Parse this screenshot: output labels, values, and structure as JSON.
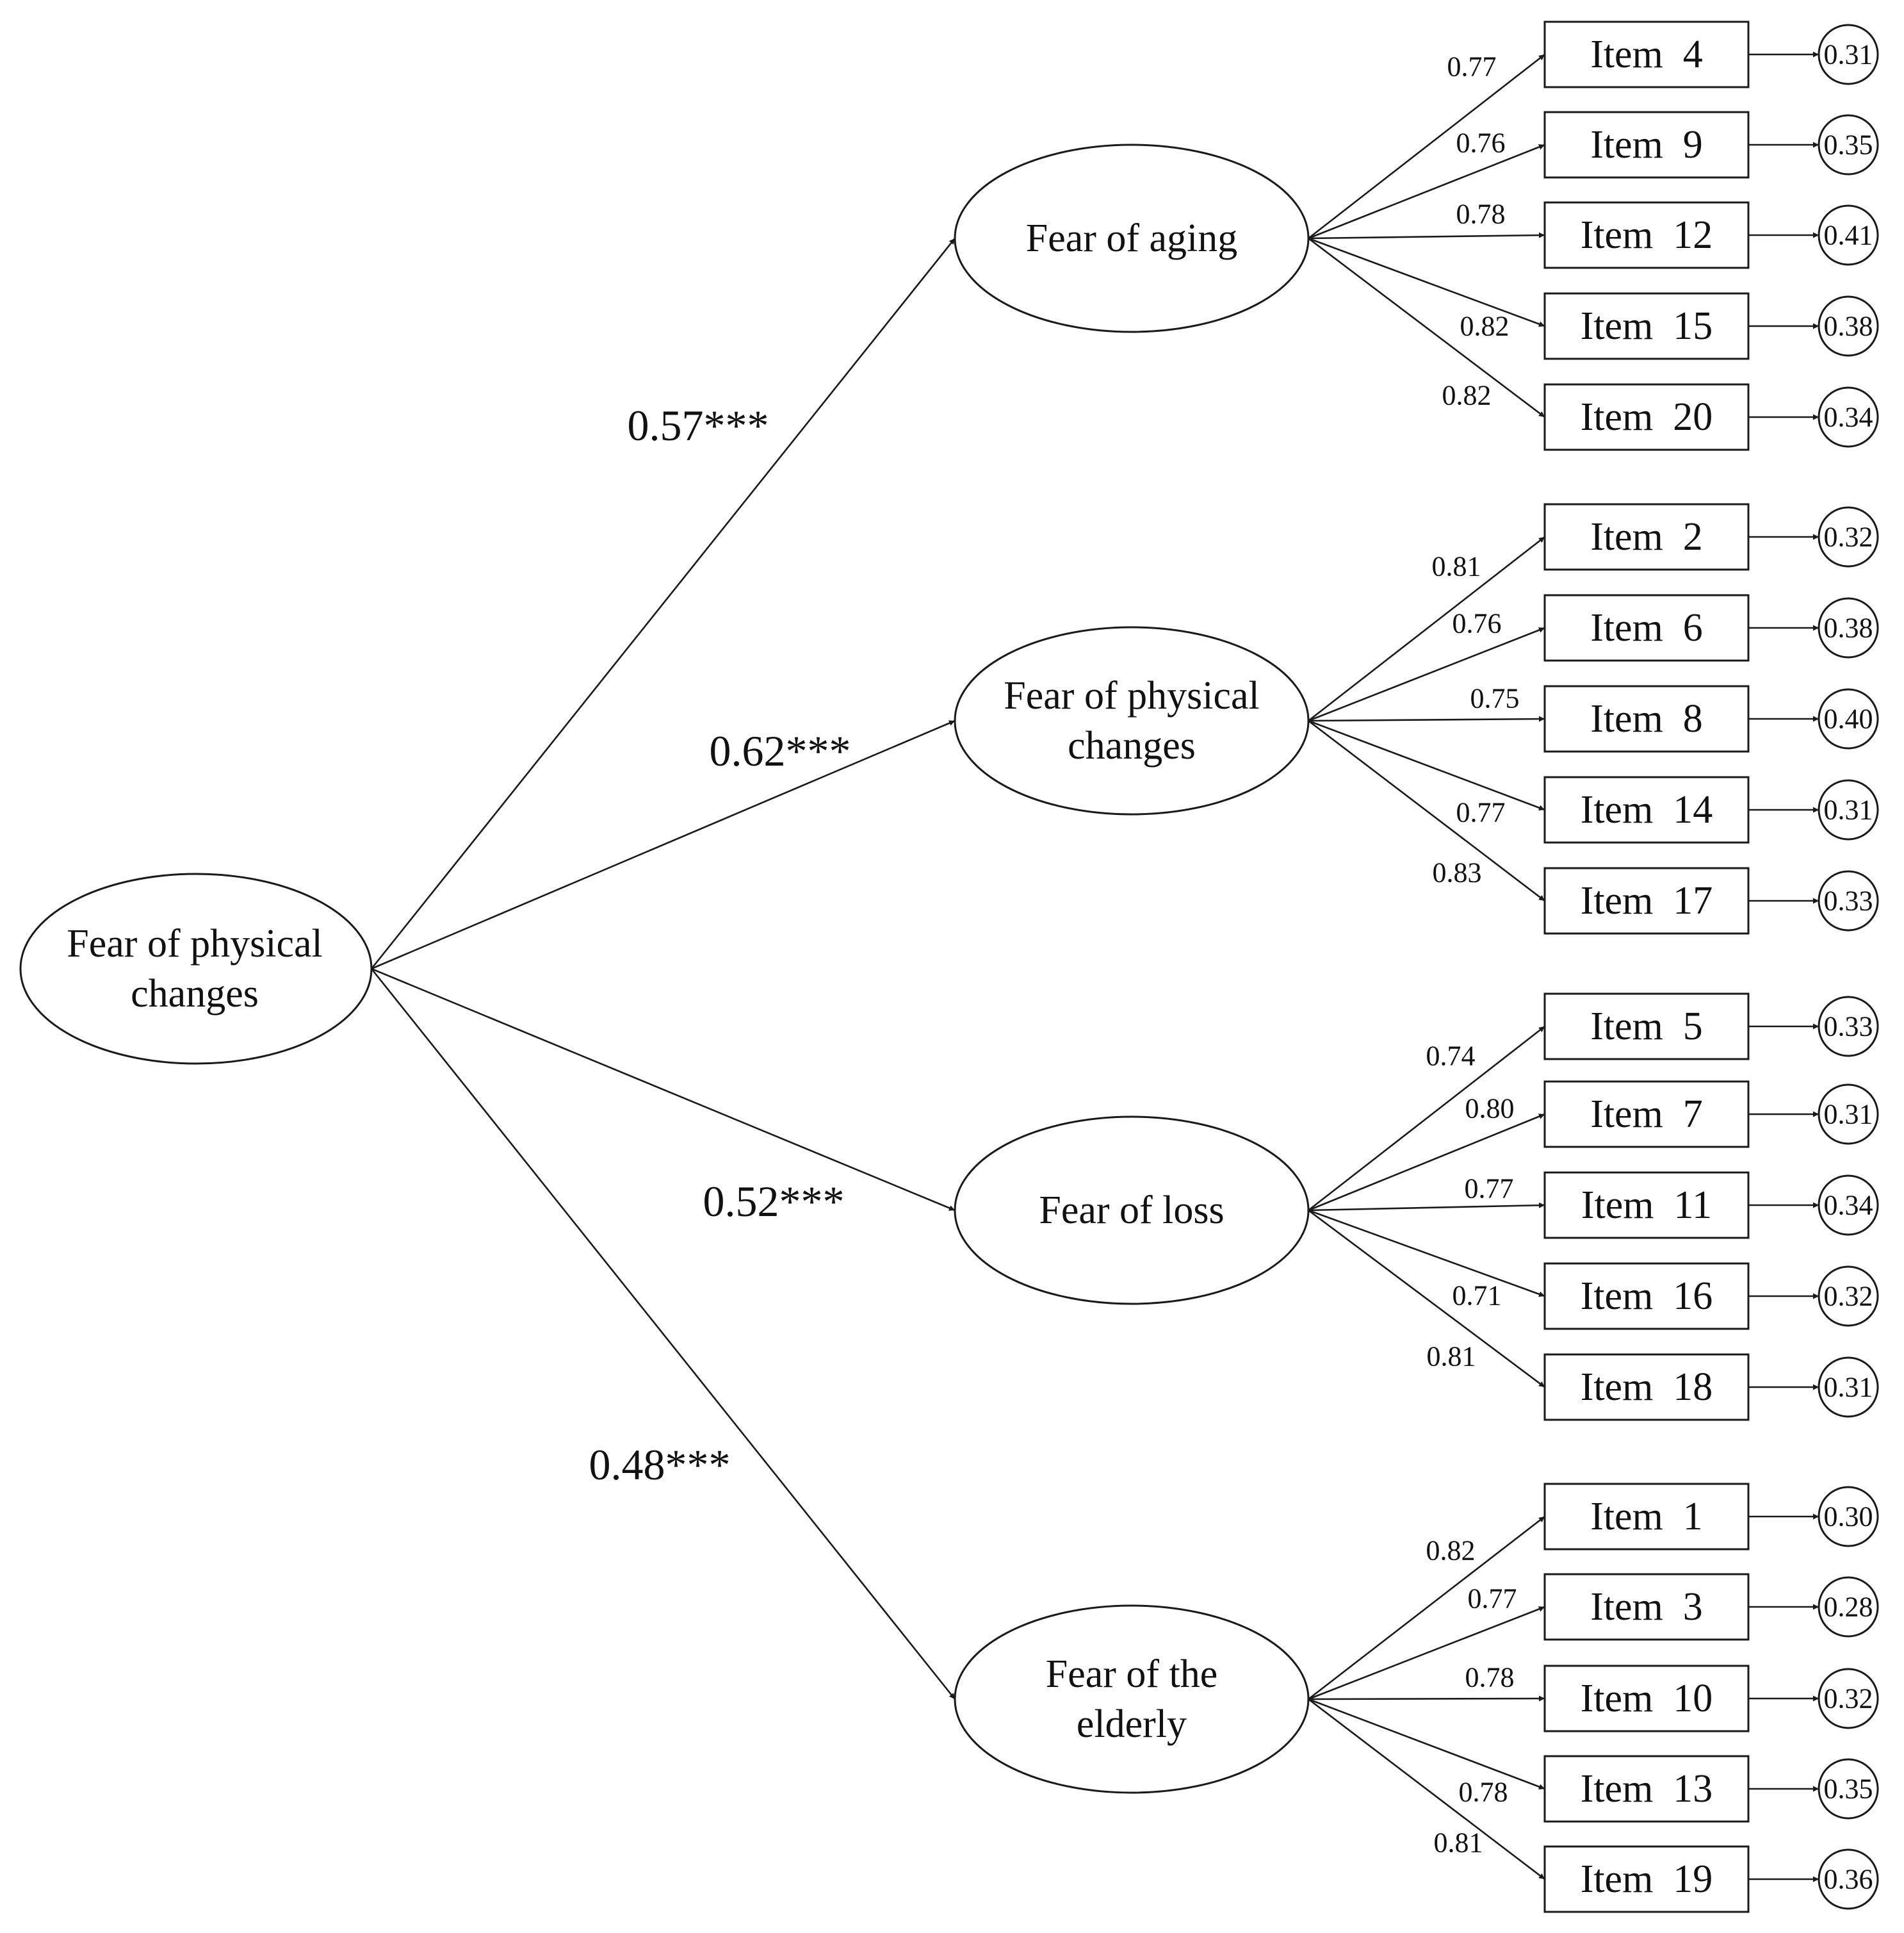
{
  "root": {
    "lines": [
      "Fear of physical",
      "changes"
    ]
  },
  "factors": [
    {
      "lines": [
        "Fear of aging"
      ],
      "path_coef": "0.57***",
      "items": [
        {
          "label": "Item  4",
          "loading": "0.77",
          "error": "0.31"
        },
        {
          "label": "Item  9",
          "loading": "0.76",
          "error": "0.35"
        },
        {
          "label": "Item  12",
          "loading": "0.78",
          "error": "0.41"
        },
        {
          "label": "Item  15",
          "loading": "0.82",
          "error": "0.38"
        },
        {
          "label": "Item  20",
          "loading": "0.82",
          "error": "0.34"
        }
      ]
    },
    {
      "lines": [
        "Fear of physical",
        "changes"
      ],
      "path_coef": "0.62***",
      "items": [
        {
          "label": "Item  2",
          "loading": "0.81",
          "error": "0.32"
        },
        {
          "label": "Item  6",
          "loading": "0.76",
          "error": "0.38"
        },
        {
          "label": "Item  8",
          "loading": "0.75",
          "error": "0.40"
        },
        {
          "label": "Item  14",
          "loading": "0.77",
          "error": "0.31"
        },
        {
          "label": "Item  17",
          "loading": "0.83",
          "error": "0.33"
        }
      ]
    },
    {
      "lines": [
        "Fear of loss"
      ],
      "path_coef": "0.52***",
      "items": [
        {
          "label": "Item  5",
          "loading": "0.74",
          "error": "0.33"
        },
        {
          "label": "Item  7",
          "loading": "0.80",
          "error": "0.31"
        },
        {
          "label": "Item  11",
          "loading": "0.77",
          "error": "0.34"
        },
        {
          "label": "Item  16",
          "loading": "0.71",
          "error": "0.32"
        },
        {
          "label": "Item  18",
          "loading": "0.81",
          "error": "0.31"
        }
      ]
    },
    {
      "lines": [
        "Fear of the",
        "elderly"
      ],
      "path_coef": "0.48***",
      "items": [
        {
          "label": "Item  1",
          "loading": "0.82",
          "error": "0.30"
        },
        {
          "label": "Item  3",
          "loading": "0.77",
          "error": "0.28"
        },
        {
          "label": "Item  10",
          "loading": "0.78",
          "error": "0.32"
        },
        {
          "label": "Item  13",
          "loading": "0.78",
          "error": "0.35"
        },
        {
          "label": "Item  19",
          "loading": "0.81",
          "error": "0.36"
        }
      ]
    }
  ]
}
